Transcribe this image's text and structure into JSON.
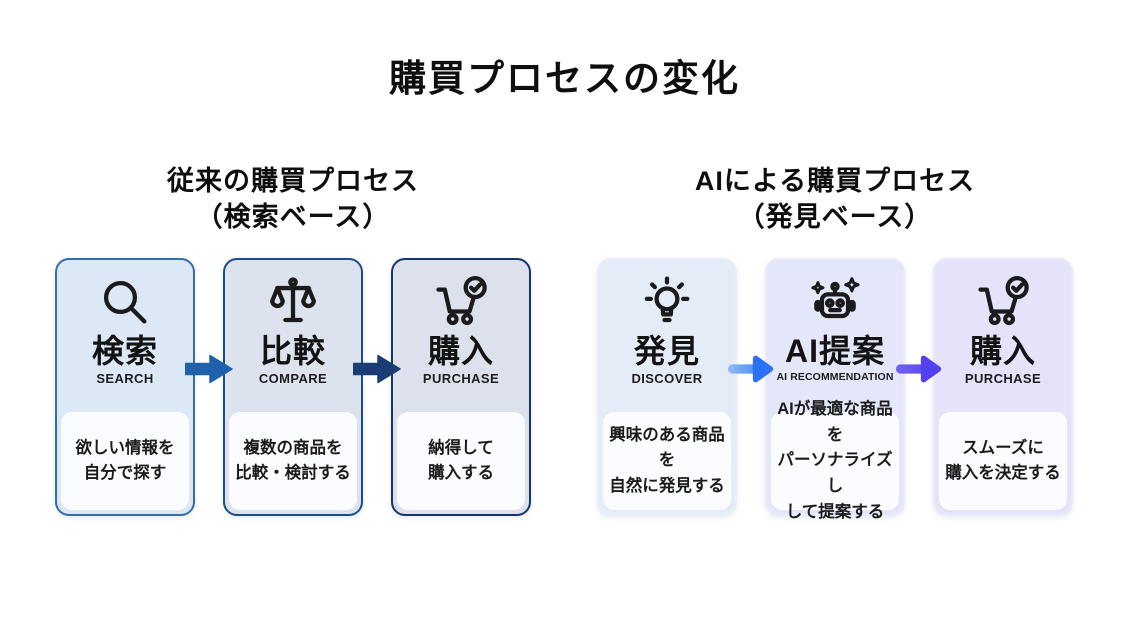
{
  "page": {
    "title": "購買プロセスの変化"
  },
  "sections": [
    {
      "id": "traditional",
      "heading_line1": "従来の購買プロセス",
      "heading_line2": "（検索ベース）",
      "cards": [
        {
          "icon": "search-icon",
          "title": "検索",
          "subtitle": "SEARCH",
          "desc_line1": "欲しい情報を",
          "desc_line2": "自分で探す"
        },
        {
          "icon": "scale-icon",
          "title": "比較",
          "subtitle": "COMPARE",
          "desc_line1": "複数の商品を",
          "desc_line2": "比較・検討する"
        },
        {
          "icon": "cart-check-icon",
          "title": "購入",
          "subtitle": "PURCHASE",
          "desc_line1": "納得して",
          "desc_line2": "購入する"
        }
      ]
    },
    {
      "id": "ai",
      "heading_line1": "AIによる購買プロセス",
      "heading_line2": "（発見ベース）",
      "cards": [
        {
          "icon": "lightbulb-icon",
          "title": "発見",
          "subtitle": "DISCOVER",
          "desc_line1": "興味のある商品を",
          "desc_line2": "自然に発見する"
        },
        {
          "icon": "robot-sparkle-icon",
          "title": "AI提案",
          "subtitle": "AI RECOMMENDATION",
          "desc_line1": "AIが最適な商品を",
          "desc_line2": "パーソナライズし",
          "desc_line3": "して提案する"
        },
        {
          "icon": "cart-check-icon",
          "title": "購入",
          "subtitle": "PURCHASE",
          "desc_line1": "スムーズに",
          "desc_line2": "購入を決定する"
        }
      ]
    }
  ],
  "colors": {
    "left_arrow_1": "#1f61aa",
    "left_arrow_2": "#1b3c74",
    "right_arrow_1_start": "#8fbdfb",
    "right_arrow_1_end": "#2a72f3",
    "right_arrow_2_start": "#6f62f3",
    "right_arrow_2_end": "#5340ee",
    "left_card_border": "#2e5f9d",
    "left_card_tint": "#dce6f4",
    "right_card_tint": "#e4e8f9",
    "icon_stroke": "#1b1b1b"
  }
}
